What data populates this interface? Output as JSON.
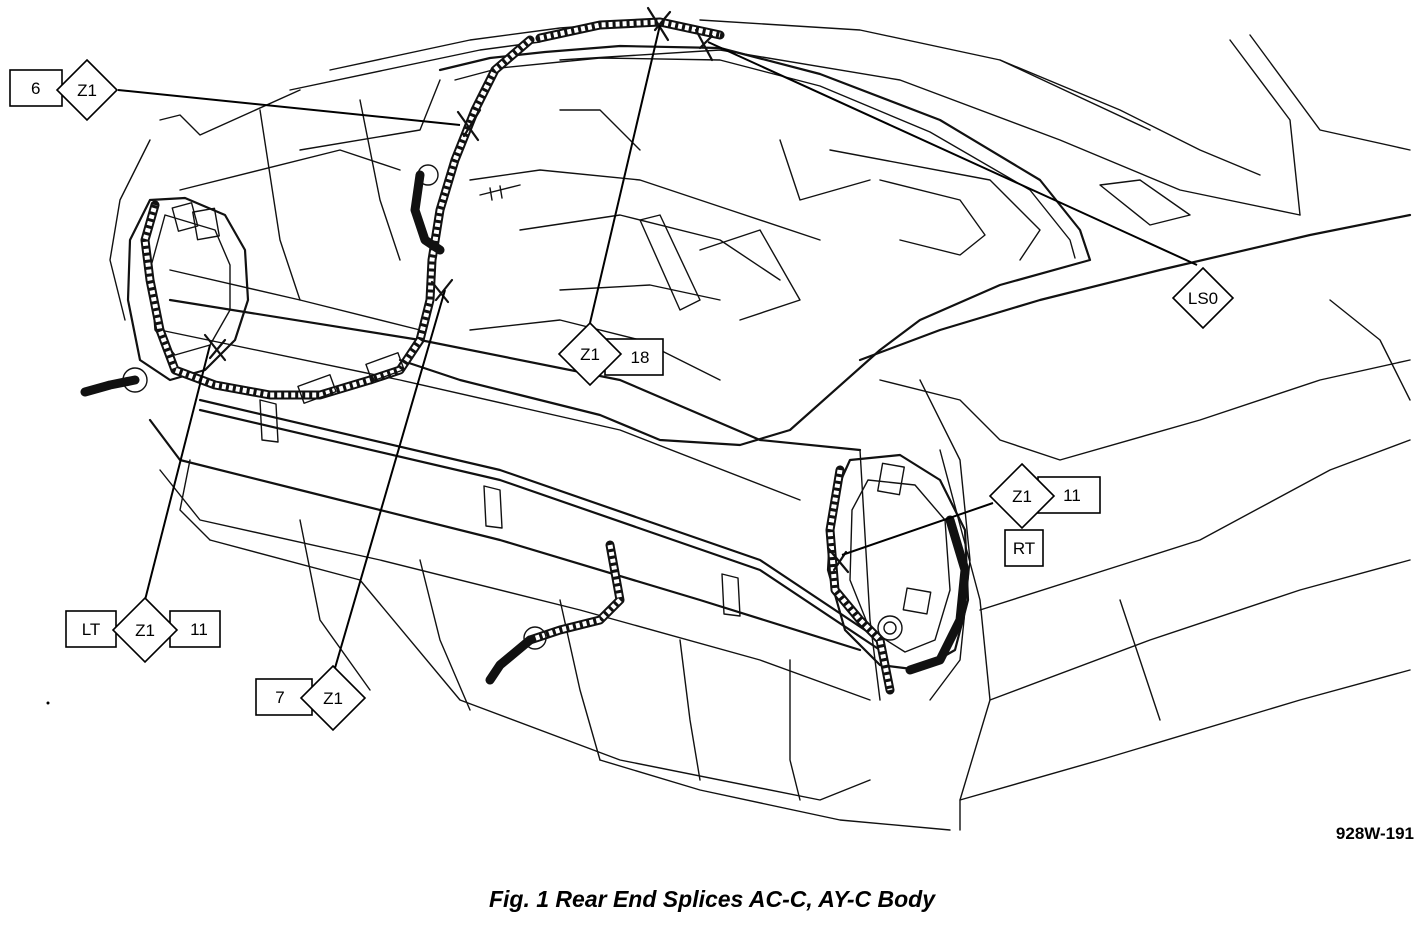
{
  "callouts": {
    "c6": {
      "number": "6",
      "code": "Z1"
    },
    "c18": {
      "code": "Z1",
      "number": "18"
    },
    "lso": {
      "code": "LS0"
    },
    "rt": {
      "code": "Z1",
      "number": "11",
      "side": "RT"
    },
    "lt": {
      "side": "LT",
      "code": "Z1",
      "number": "11"
    },
    "c7": {
      "number": "7",
      "code": "Z1"
    }
  },
  "figure_id": "928W-191",
  "caption": "Fig. 1 Rear End Splices AC-C, AY-C Body"
}
